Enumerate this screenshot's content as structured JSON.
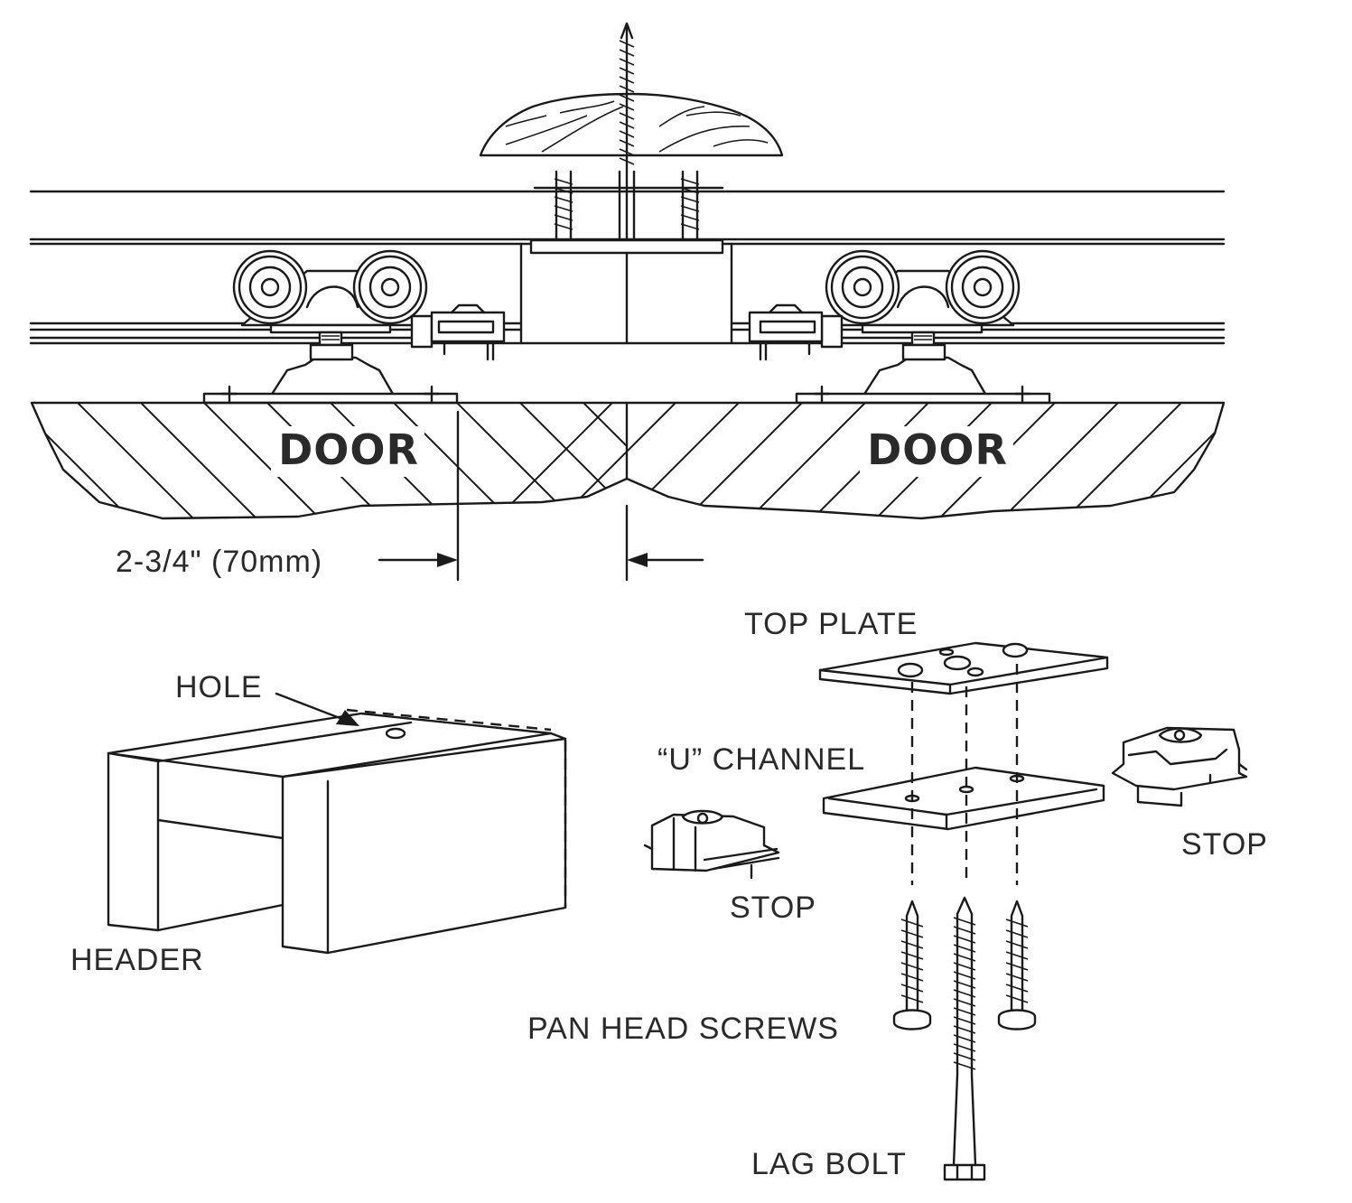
{
  "labels": {
    "door_left": "DOOR",
    "door_right": "DOOR",
    "gap_dimension": "2-3/4\" (70mm)",
    "top_plate": "TOP PLATE",
    "hole": "HOLE",
    "u_channel": "“U” CHANNEL",
    "stop_left": "STOP",
    "stop_right": "STOP",
    "header": "HEADER",
    "pan_head_screws": "PAN HEAD SCREWS",
    "lag_bolt": "LAG BOLT"
  }
}
